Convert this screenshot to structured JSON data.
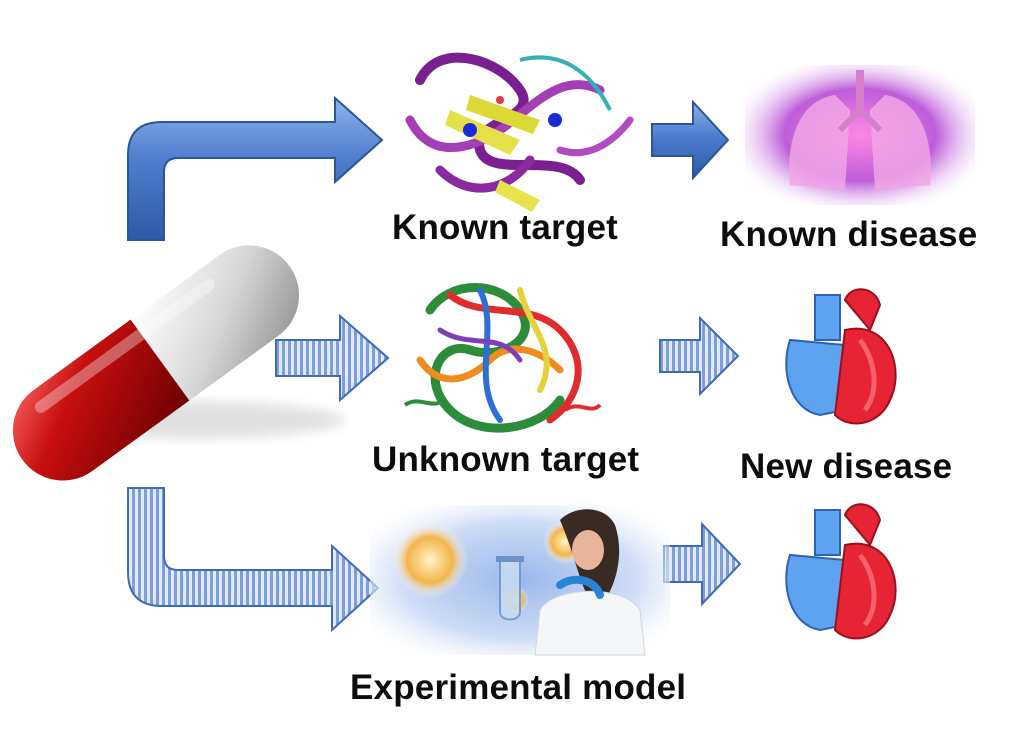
{
  "labels": {
    "known_target": "Known target",
    "known_disease": "Known disease",
    "unknown_target": "Unknown target",
    "new_disease": "New disease",
    "experimental_model": "Experimental model"
  },
  "icons": [
    "capsule-icon",
    "protein-structure-icon",
    "lungs-icon",
    "heart-icon",
    "scientist-icon",
    "cell-icon"
  ],
  "colors": {
    "arrow_blue": "#3f6bb8",
    "arrow_stripe_light": "#dde7f7",
    "capsule_red": "#b50d0d",
    "capsule_grey": "#cfcfcf",
    "heart_red": "#e62433",
    "heart_blue": "#5ea3ef",
    "lungs_pink": "#e06fc6"
  }
}
